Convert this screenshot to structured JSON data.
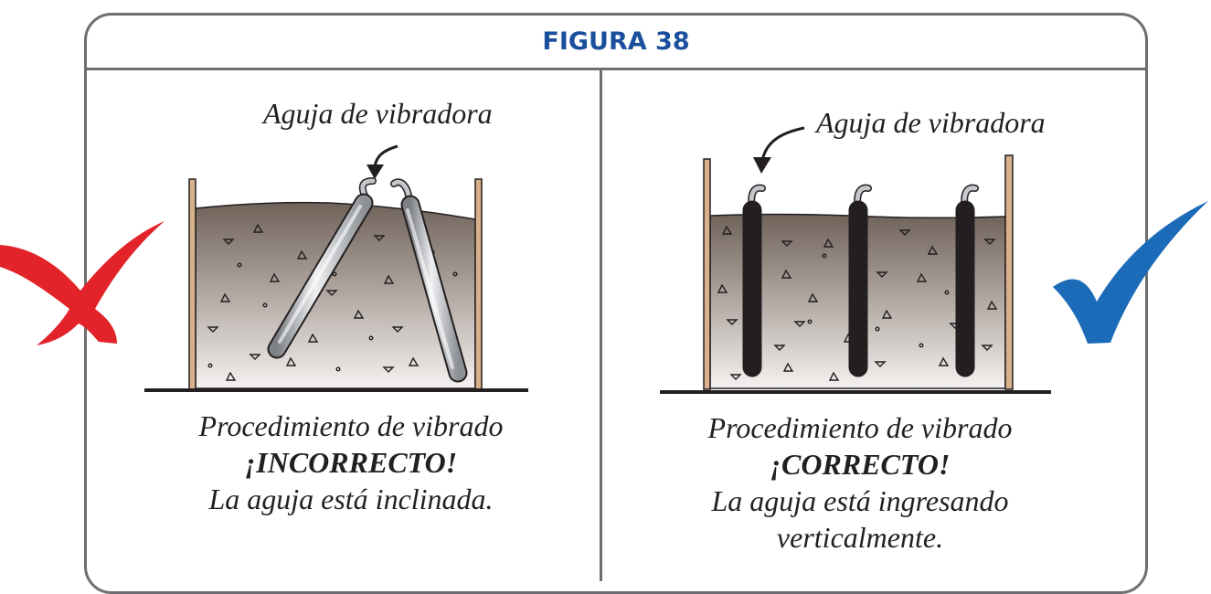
{
  "figure": {
    "title": "FIGURA 38"
  },
  "left_panel": {
    "pointer_label": "Aguja de vibradora",
    "caption_line1": "Procedimiento de vibrado",
    "caption_status": "¡INCORRECTO!",
    "caption_line3": "La aguja está inclinada.",
    "verdict_icon": "cross-mark-icon",
    "verdict_color": "#e2232a"
  },
  "right_panel": {
    "pointer_label": "Aguja de vibradora",
    "caption_line1": "Procedimiento de vibrado",
    "caption_status": "¡CORRECTO!",
    "caption_line3": "La aguja está ingresando",
    "caption_line4": "verticalmente.",
    "verdict_icon": "check-mark-icon",
    "verdict_color": "#1b6bb8"
  },
  "colors": {
    "title_blue": "#1a4f9c",
    "frame_gray": "#6d6e71",
    "form_wood": "#d8b08c",
    "concrete_top": "#6f6259",
    "concrete_bottom": "#f4f2f1"
  }
}
